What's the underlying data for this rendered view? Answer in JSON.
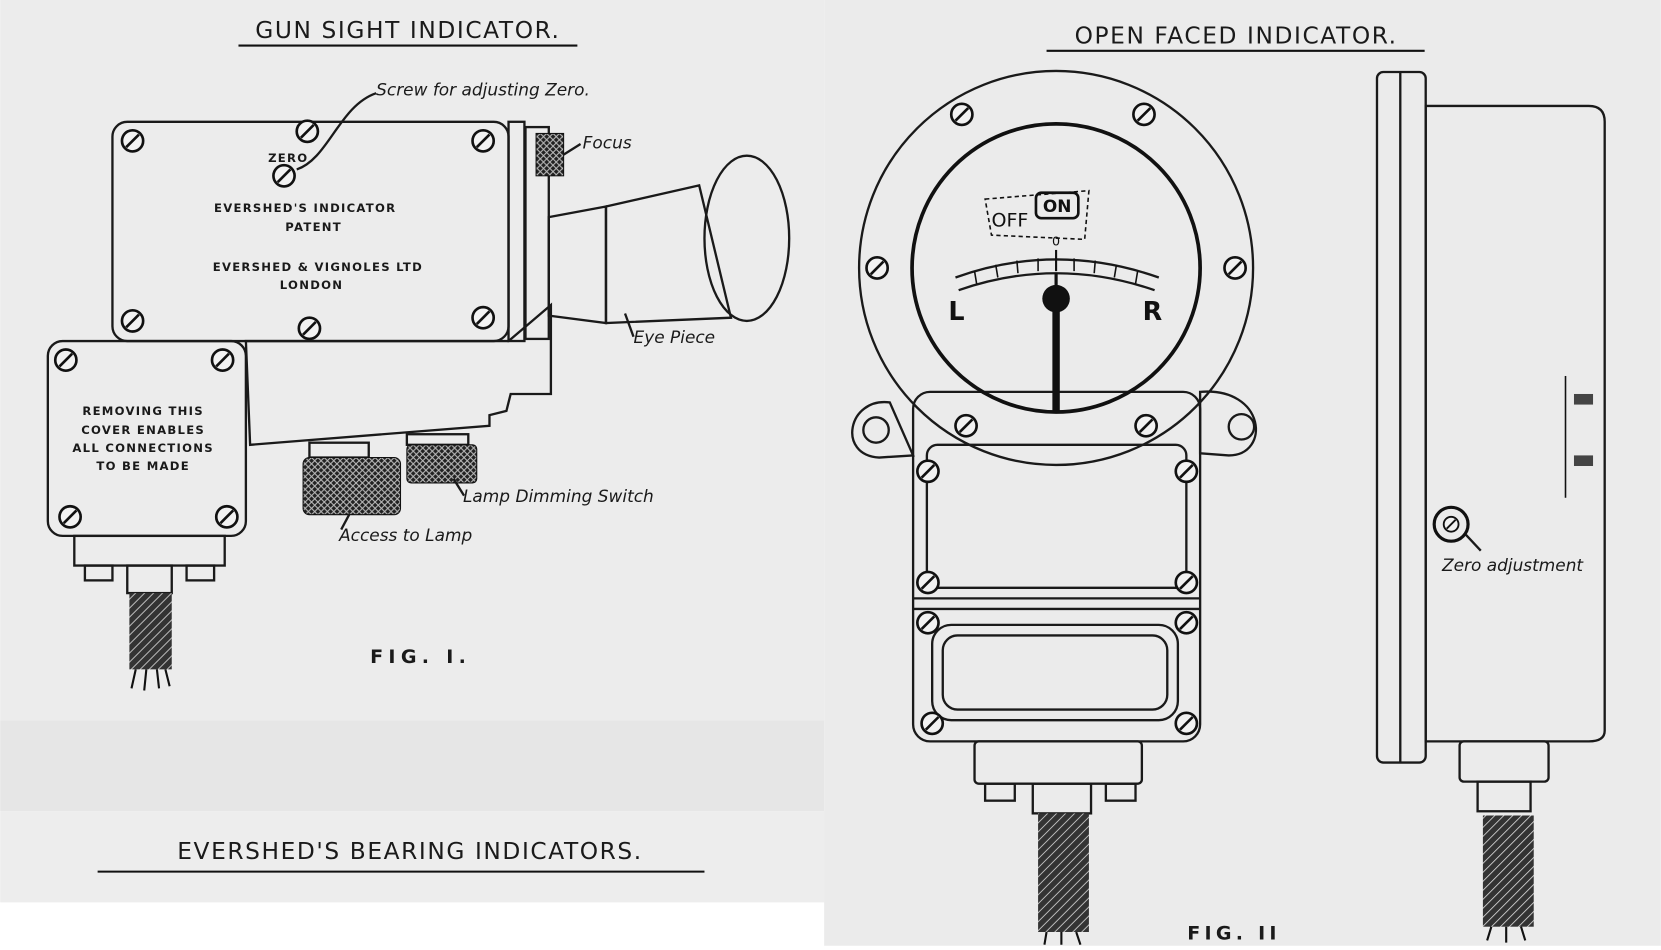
{
  "fig1": {
    "title": "GUN SIGHT INDICATOR.",
    "plate": {
      "zero": "ZERO",
      "line1": "EVERSHED'S  INDICATOR",
      "line2": "PATENT",
      "line3": "EVERSHED & VIGNOLES LTD",
      "line4": "LONDON"
    },
    "cover_text": [
      "REMOVING THIS",
      "COVER ENABLES",
      "ALL CONNECTIONS",
      "TO BE MADE"
    ],
    "labels": {
      "screw": "Screw for adjusting Zero.",
      "focus": "Focus",
      "eye_piece": "Eye Piece",
      "lamp_dimming": "Lamp Dimming Switch",
      "access_lamp": "Access to Lamp"
    },
    "caption": "FIG. I."
  },
  "main_title": "EVERSHED'S  BEARING  INDICATORS.",
  "fig2": {
    "title": "OPEN FACED INDICATOR.",
    "dial": {
      "off": "OFF",
      "on": "ON",
      "zero": "0",
      "left": "L",
      "right": "R"
    },
    "labels": {
      "zero_adjustment": "Zero adjustment"
    },
    "caption": "FIG. II"
  }
}
